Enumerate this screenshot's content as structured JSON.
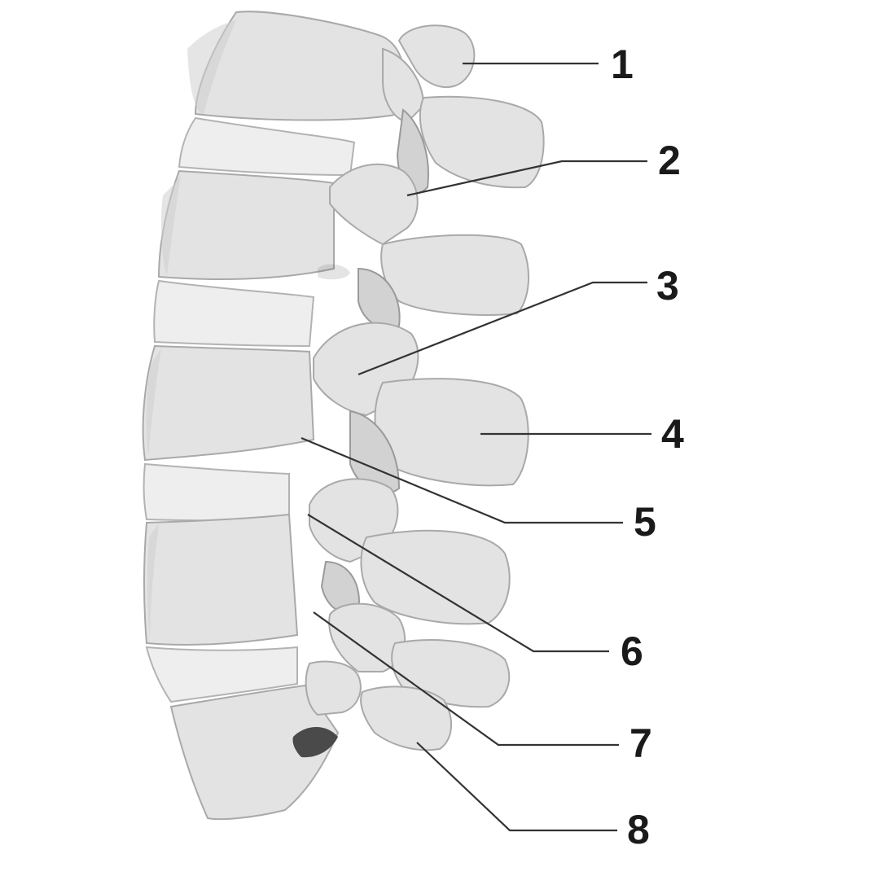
{
  "labels": [
    {
      "id": "1",
      "text": "1"
    },
    {
      "id": "2",
      "text": "2"
    },
    {
      "id": "3",
      "text": "3"
    },
    {
      "id": "4",
      "text": "4"
    },
    {
      "id": "5",
      "text": "5"
    },
    {
      "id": "6",
      "text": "6"
    },
    {
      "id": "7",
      "text": "7"
    },
    {
      "id": "8",
      "text": "8"
    }
  ],
  "colors": {
    "bone": "#e3e3e3",
    "bone_outline": "#a9a9a9",
    "leader": "#333333",
    "label": "#1a1a1a"
  }
}
